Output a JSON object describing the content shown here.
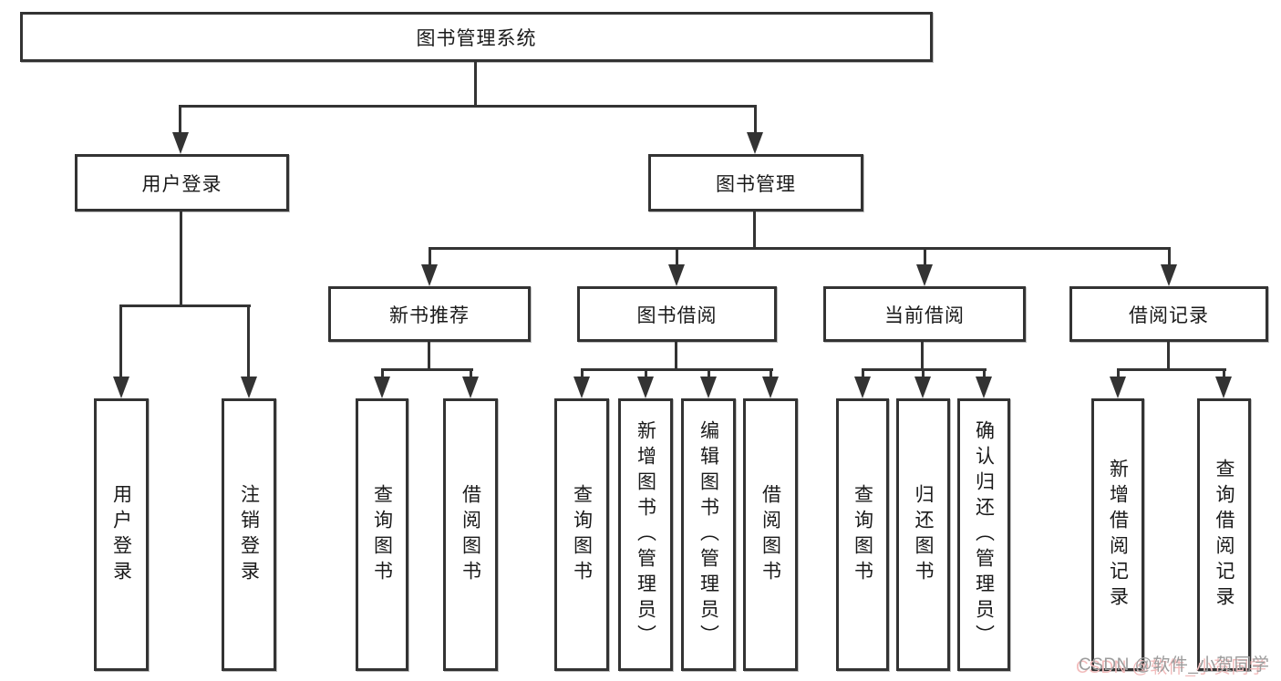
{
  "tree": {
    "label": "图书管理系统",
    "children": [
      {
        "label": "用户登录",
        "children": [
          {
            "label": "用户登录"
          },
          {
            "label": "注销登录"
          }
        ]
      },
      {
        "label": "图书管理",
        "children": [
          {
            "label": "新书推荐",
            "children": [
              {
                "label": "查询图书"
              },
              {
                "label": "借阅图书"
              }
            ]
          },
          {
            "label": "图书借阅",
            "children": [
              {
                "label": "查询图书"
              },
              {
                "label": "新增图书（管理员）"
              },
              {
                "label": "编辑图书（管理员）"
              },
              {
                "label": "借阅图书"
              }
            ]
          },
          {
            "label": "当前借阅",
            "children": [
              {
                "label": "查询图书"
              },
              {
                "label": "归还图书"
              },
              {
                "label": "确认归还（管理员）"
              }
            ]
          },
          {
            "label": "借阅记录",
            "children": [
              {
                "label": "新增借阅记录"
              },
              {
                "label": "查询借阅记录"
              }
            ]
          }
        ]
      }
    ]
  },
  "watermark": {
    "text": "CSDN @软件_小贺同学"
  },
  "colors": {
    "line": "#333333",
    "box_border": "#333333",
    "text": "#1a1a1a",
    "background": "#ffffff",
    "watermark_gray": "#9c9c9c",
    "watermark_pink": "#f2bcbc"
  }
}
